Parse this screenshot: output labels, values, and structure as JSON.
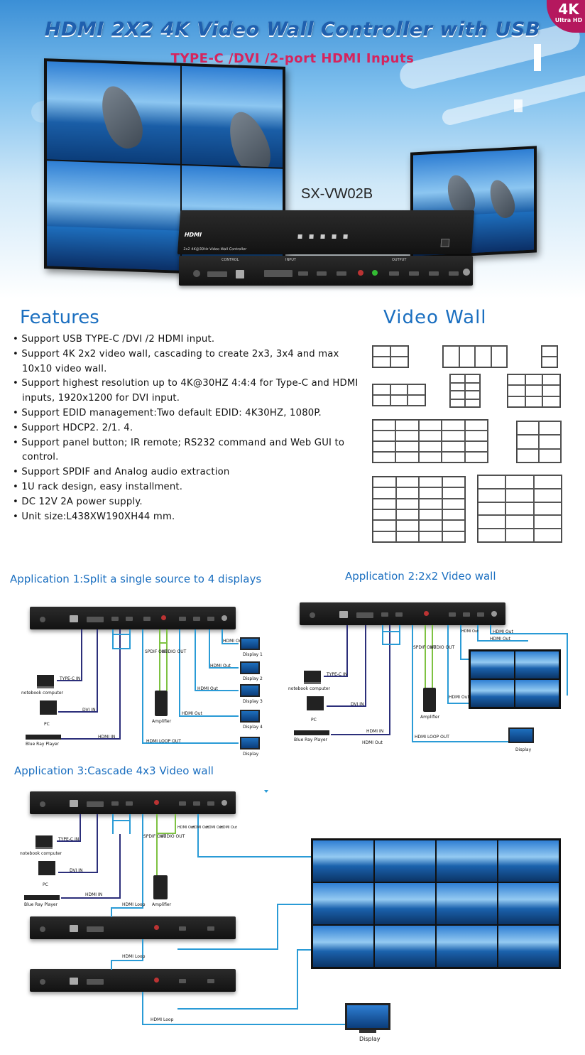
{
  "header": {
    "title": "HDMI 2X2 4K Video Wall Controller with USB",
    "subtitle": "TYPE-C /DVI /2-port HDMI Inputs",
    "badge_main": "4K",
    "badge_sub": "Ultra HD",
    "model": "SX-VW02B",
    "device_logo": "HDMI",
    "device_caption": "2x2 4K@30Hz Video Wall Controller",
    "panel_labels": {
      "control": "CONTROL",
      "input": "INPUT",
      "output": "OUTPUT"
    }
  },
  "features": {
    "heading": "Features",
    "items": [
      "Support USB TYPE-C /DVI /2 HDMI input.",
      "Support 4K 2x2 video wall,  cascading to create 2x3, 3x4 and max 10x10 video wall.",
      "Support highest resolution up to 4K@30HZ 4:4:4 for Type-C and HDMI inputs,  1920x1200 for DVI input.",
      "Support EDID management:Two default EDID: 4K30HZ,  1080P.",
      "Support HDCP2. 2/1. 4.",
      "Support panel button; IR remote; RS232 command and Web GUI to control.",
      "Support SPDIF and Analog audio extraction",
      "1U rack design, easy installment.",
      "DC 12V 2A power supply.",
      "Unit size:L438XW190XH44 mm."
    ]
  },
  "video_wall": {
    "heading": "Video  Wall",
    "layouts": [
      {
        "cols": 2,
        "rows": 2
      },
      {
        "cols": 4,
        "rows": 1
      },
      {
        "cols": 1,
        "rows": 2
      },
      {
        "cols": 3,
        "rows": 2
      },
      {
        "cols": 2,
        "rows": 4
      },
      {
        "cols": 3,
        "rows": 3
      },
      {
        "cols": 5,
        "rows": 4
      },
      {
        "cols": 2,
        "rows": 3
      },
      {
        "cols": 4,
        "rows": 6
      },
      {
        "cols": 3,
        "rows": 5
      }
    ]
  },
  "app1": {
    "title": "Application 1:Split a single source to 4 displays",
    "sources": [
      "notebook computer",
      "PC",
      "Blue Ray Player"
    ],
    "links": [
      "TYPE-C IN",
      "DVI IN",
      "HDMI IN"
    ],
    "audio": [
      "SPDIF OUT",
      "AUDIO OUT"
    ],
    "amplifier": "Amplifier",
    "outs": [
      "HDMI Out",
      "HDMI Out",
      "HDMI Out",
      "HDMI Out"
    ],
    "displays": [
      "Display 1",
      "Display 2",
      "Display 3",
      "Display 4",
      "Display"
    ],
    "loop": "HDMI LOOP OUT"
  },
  "app2": {
    "title": "Application 2:2x2 Video wall",
    "sources": [
      "notebook computer",
      "PC",
      "Blue Ray Player"
    ],
    "links": [
      "TYPE-C IN",
      "DVI IN",
      "HDMI IN",
      "HDMI Out"
    ],
    "audio": [
      "SPDIF OUT",
      "AUDIO OUT"
    ],
    "amplifier": "Amplifier",
    "outs": [
      "HDMI Out",
      "HDMI Out",
      "HDMI Out",
      "HDMI Out"
    ],
    "loop": "HDMI LOOP OUT",
    "display": "Display"
  },
  "app3": {
    "title": "Application 3:Cascade 4x3 Video wall",
    "sources": [
      "notebook computer",
      "PC",
      "Blue Ray Player"
    ],
    "links": [
      "TYPE-C IN",
      "DVI IN",
      "HDMI IN"
    ],
    "audio": [
      "SPDIF OUT",
      "AUDIO OUT"
    ],
    "amplifier": "Amplifier",
    "outs": [
      "HDMI Out",
      "HDMI Out",
      "HDMI Out",
      "HDMI Out"
    ],
    "loops": [
      "HDMI Loop",
      "HDMI Loop",
      "HDMI Loop"
    ],
    "display": "Display"
  },
  "colors": {
    "heading_blue": "#1b6fc0",
    "title_blue": "#1f5fae",
    "subtitle_pink": "#d6245d",
    "badge": "#b5185e",
    "link_navy": "#2c2f7a",
    "link_lightblue": "#2a9bd6",
    "link_green": "#7ec242"
  }
}
